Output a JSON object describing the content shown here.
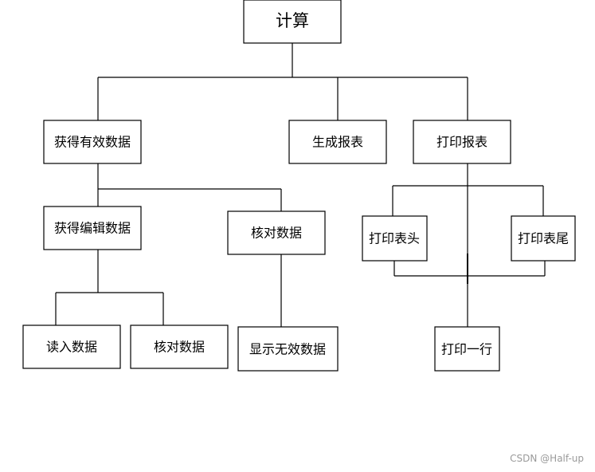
{
  "nodes": {
    "root": "计算",
    "get_valid_data": "获得有效数据",
    "generate_report": "生成报表",
    "print_report": "打印报表",
    "get_edit_data": "获得编辑数据",
    "check_data_1": "核对数据",
    "print_header": "打印表头",
    "print_footer": "打印表尾",
    "read_data": "读入数据",
    "check_data_2": "核对数据",
    "show_invalid_data": "显示无效数据",
    "print_row": "打印一行"
  },
  "watermark": "CSDN @Half-up"
}
